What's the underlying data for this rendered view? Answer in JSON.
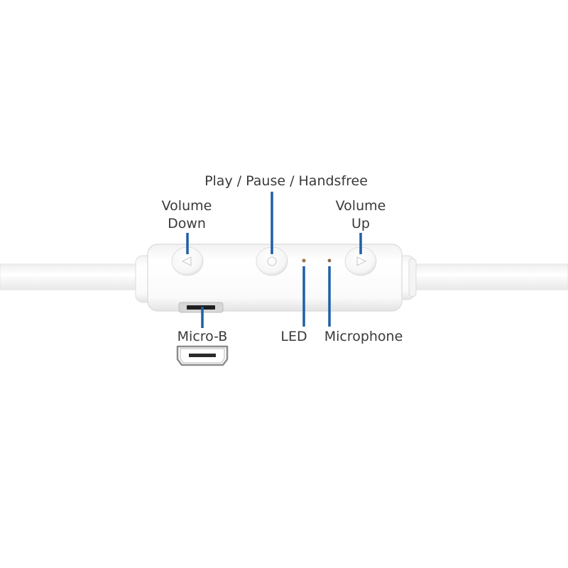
{
  "labels": {
    "play_pause": "Play / Pause / Handsfree",
    "volume_down_line1": "Volume",
    "volume_down_line2": "Down",
    "volume_up_line1": "Volume",
    "volume_up_line2": "Up",
    "micro_b": "Micro-B",
    "led": "LED",
    "microphone": "Microphone"
  },
  "colors": {
    "callout_line": "#1f5ea8",
    "text": "#3a3a3a",
    "background": "#ffffff",
    "device_body": "#fbfbfb",
    "cable": "#f7f7f7",
    "outline": "#dedede"
  },
  "icons": {
    "volume_down": "triangle-left-icon",
    "play_pause": "circle-icon",
    "volume_up": "triangle-right-icon",
    "micro_b": "micro-usb-port-icon"
  }
}
